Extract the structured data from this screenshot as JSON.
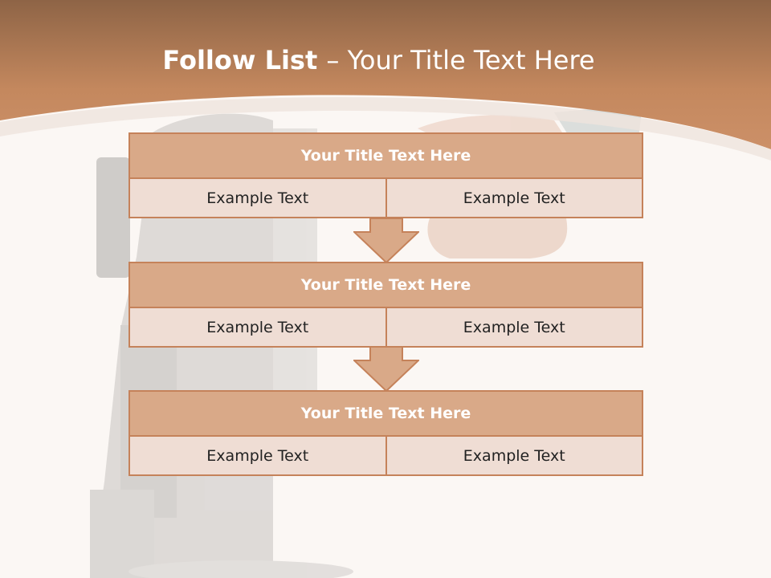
{
  "slide": {
    "title_bold": "Follow List ",
    "title_dash": "–",
    "title_rest": " Your Title Text Here"
  },
  "colors": {
    "header_brown": "#c98a5f",
    "block_title_fill": "#d9a988",
    "cell_fill": "#efddd4",
    "border": "#c5825a",
    "background": "#fbf7f4"
  },
  "blocks": [
    {
      "title": "Your Title Text Here",
      "left": "Example Text",
      "right": "Example Text"
    },
    {
      "title": "Your Title Text Here",
      "left": "Example Text",
      "right": "Example Text"
    },
    {
      "title": "Your Title Text Here",
      "left": "Example Text",
      "right": "Example Text"
    }
  ]
}
